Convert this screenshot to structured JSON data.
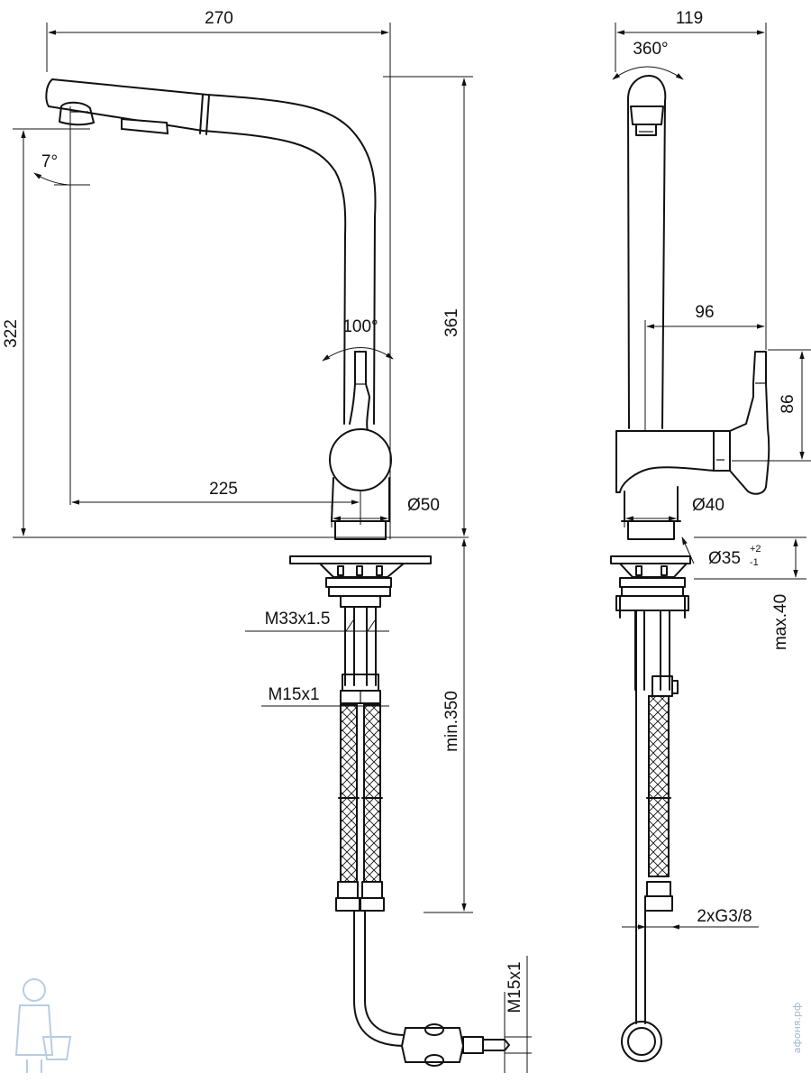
{
  "front_view": {
    "dim_width": "270",
    "dim_angle_spout": "7°",
    "dim_height_left": "322",
    "dim_height_right": "361",
    "dim_angle_lever": "100°",
    "dim_reach": "225",
    "dim_base_diameter": "Ø50",
    "dim_thread_large": "M33x1.5",
    "dim_thread_small": "M15x1",
    "dim_hose_length": "min.350",
    "dim_hose_thread": "M15x1"
  },
  "side_view": {
    "dim_width": "119",
    "dim_rotation": "360°",
    "dim_lever_offset": "96",
    "dim_lever_height": "86",
    "dim_body_diameter": "Ø40",
    "dim_hole_diameter": "Ø35",
    "dim_hole_tol_plus": "+2",
    "dim_hole_tol_minus": "-1",
    "dim_counter_thickness": "max.40",
    "dim_connection": "2xG3/8"
  },
  "watermark": "афоня.рф"
}
